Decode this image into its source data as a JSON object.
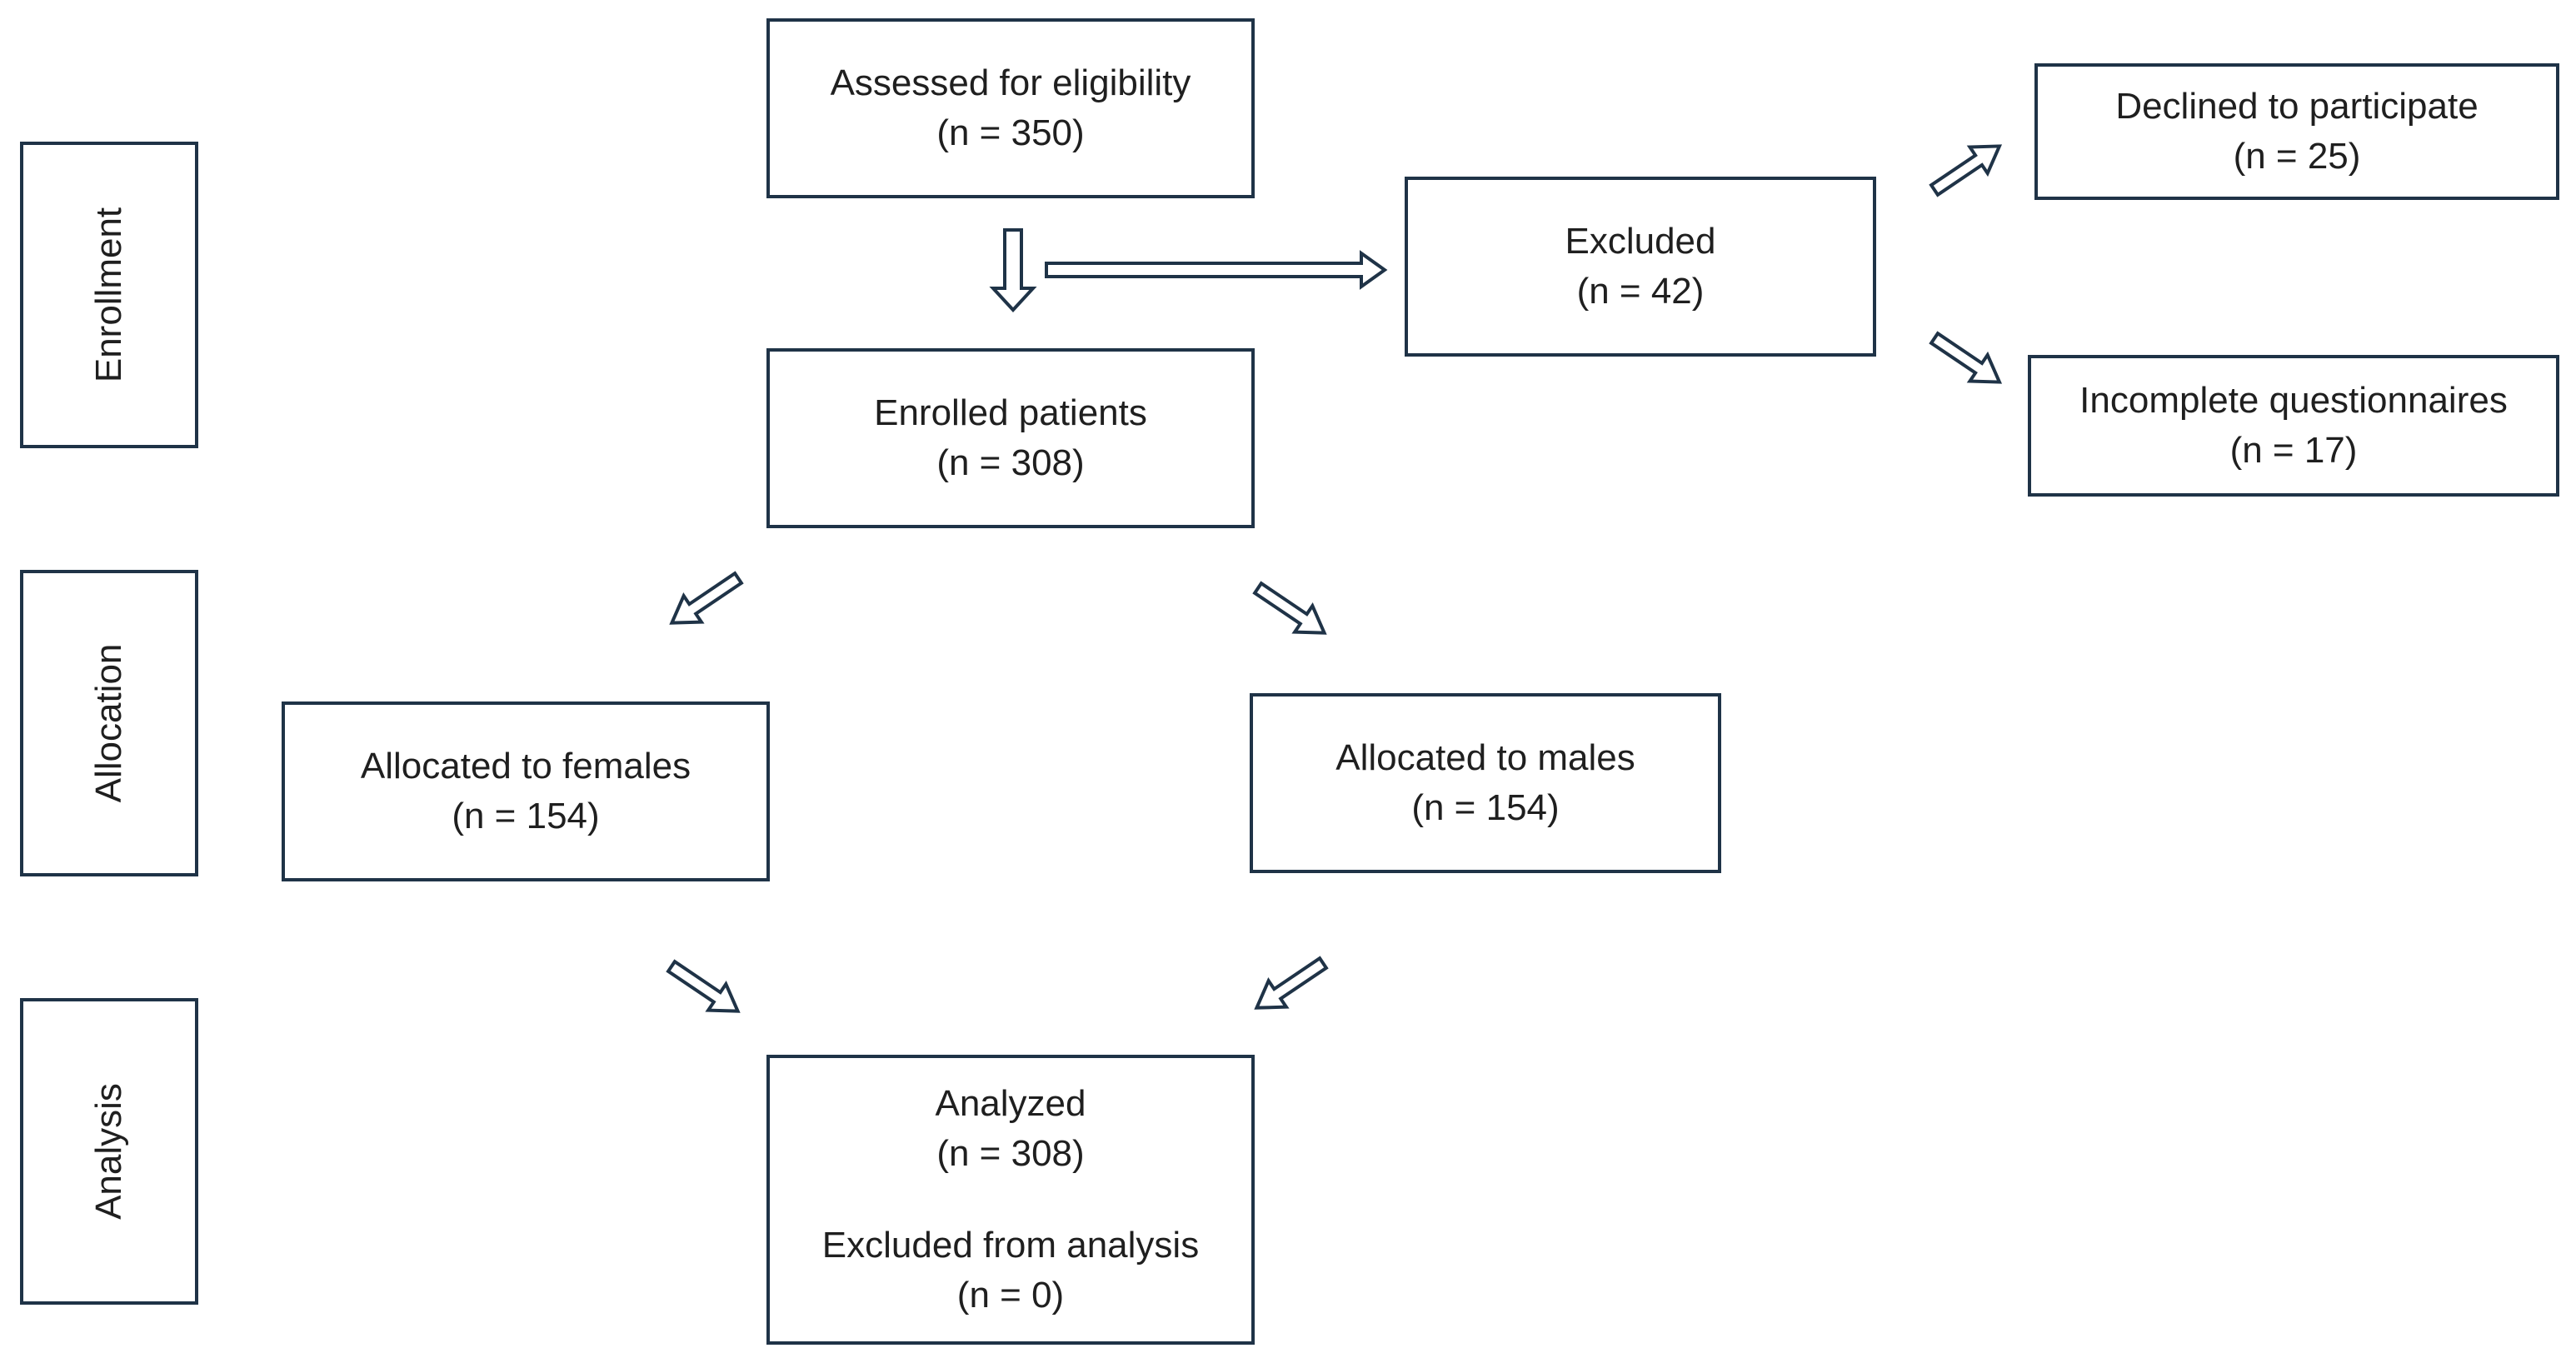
{
  "stages": {
    "enrollment": "Enrollment",
    "allocation": "Allocation",
    "analysis": "Analysis"
  },
  "assessed": {
    "label": "Assessed for eligibility",
    "n": "(n = 350)"
  },
  "excluded": {
    "label": "Excluded",
    "n": "(n = 42)"
  },
  "declined": {
    "label": "Declined to participate",
    "n": "(n = 25)"
  },
  "incomplete": {
    "label": "Incomplete questionnaires",
    "n": "(n = 17)"
  },
  "enrolled": {
    "label": "Enrolled patients",
    "n": "(n = 308)"
  },
  "females": {
    "label": "Allocated to females",
    "n": "(n = 154)"
  },
  "males": {
    "label": "Allocated to males",
    "n": "(n = 154)"
  },
  "analyzed": {
    "label": "Analyzed",
    "n": "(n = 308)",
    "excluded_label": "Excluded from analysis",
    "excluded_n": "(n = 0)"
  }
}
